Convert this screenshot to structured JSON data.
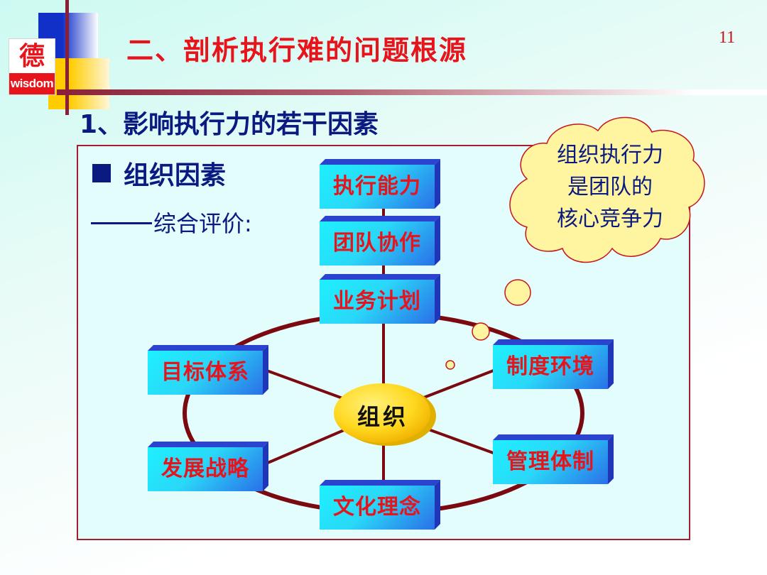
{
  "slide": {
    "page_number": "11",
    "logo": {
      "char": "德",
      "text": "wisdom"
    },
    "title": "二、剖析执行难的问题根源",
    "subtitle": "1、影响执行力的若干因素",
    "section_heading": "组织因素",
    "evaluation_label": "综合评价:"
  },
  "diagram": {
    "center": "组织",
    "chain": [
      "执行能力",
      "团队协作",
      "业务计划"
    ],
    "ring_nodes": {
      "top": "业务计划",
      "upper_left": "目标体系",
      "upper_right": "制度环境",
      "lower_left": "发展战略",
      "lower_right": "管理体制",
      "bottom": "文化理念"
    },
    "callout": [
      "组织执行力",
      "是团队的",
      "核心竞争力"
    ]
  },
  "colors": {
    "title_red": "#e8141c",
    "heading_navy": "#0a1a80",
    "frame_border": "#a01e2e",
    "ring_line": "#7a0a10",
    "box_cyan": "#1ef0ff",
    "box_blue": "#2a70e8",
    "center_yellow": "#ffe030",
    "bubble_fill": "#fff5a0"
  }
}
